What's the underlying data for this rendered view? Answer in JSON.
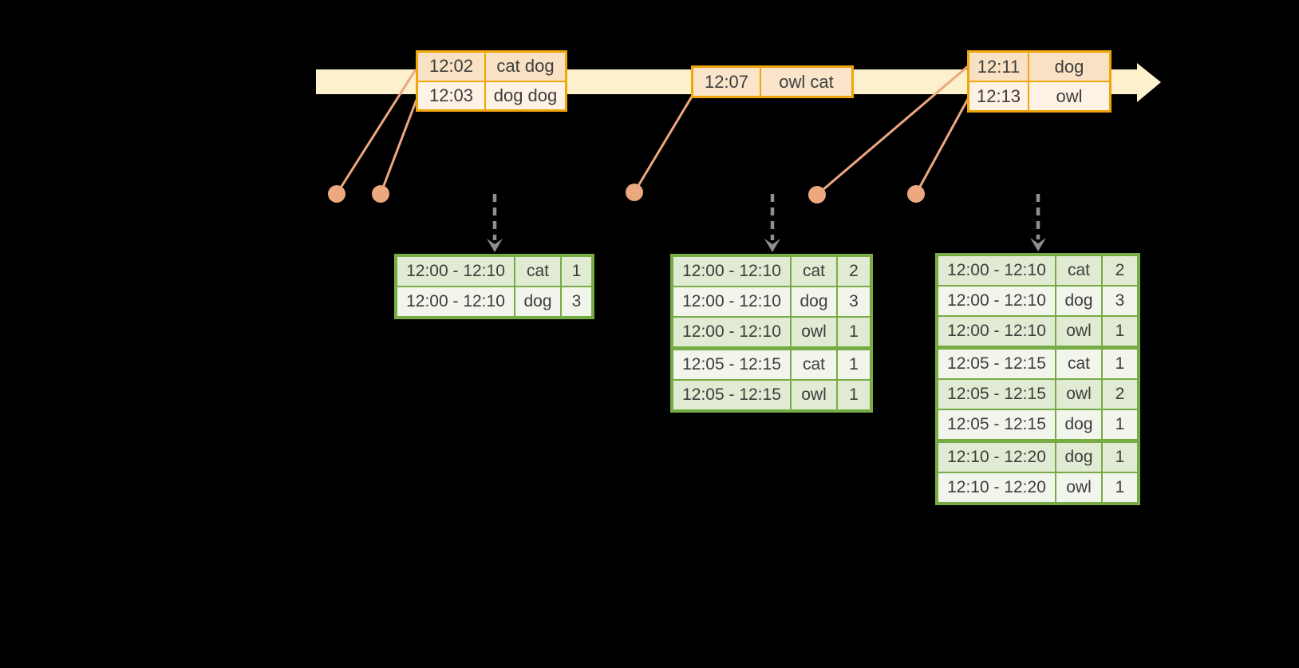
{
  "timeline": {
    "events": [
      {
        "rows": [
          {
            "time": "12:02",
            "words": "cat dog"
          },
          {
            "time": "12:03",
            "words": "dog dog"
          }
        ]
      },
      {
        "rows": [
          {
            "time": "12:07",
            "words": "owl cat"
          }
        ]
      },
      {
        "rows": [
          {
            "time": "12:11",
            "words": "dog"
          },
          {
            "time": "12:13",
            "words": "owl"
          }
        ]
      }
    ]
  },
  "result_tables": [
    {
      "rows": [
        {
          "window": "12:00 - 12:10",
          "word": "cat",
          "count": "1"
        },
        {
          "window": "12:00 - 12:10",
          "word": "dog",
          "count": "3"
        }
      ]
    },
    {
      "rows": [
        {
          "window": "12:00 - 12:10",
          "word": "cat",
          "count": "2"
        },
        {
          "window": "12:00 - 12:10",
          "word": "dog",
          "count": "3"
        },
        {
          "window": "12:00 - 12:10",
          "word": "owl",
          "count": "1"
        },
        {
          "window": "12:05 - 12:15",
          "word": "cat",
          "count": "1"
        },
        {
          "window": "12:05 - 12:15",
          "word": "owl",
          "count": "1"
        }
      ]
    },
    {
      "rows": [
        {
          "window": "12:00 - 12:10",
          "word": "cat",
          "count": "2"
        },
        {
          "window": "12:00 - 12:10",
          "word": "dog",
          "count": "3"
        },
        {
          "window": "12:00 - 12:10",
          "word": "owl",
          "count": "1"
        },
        {
          "window": "12:05 - 12:15",
          "word": "cat",
          "count": "1"
        },
        {
          "window": "12:05 - 12:15",
          "word": "owl",
          "count": "2"
        },
        {
          "window": "12:05 - 12:15",
          "word": "dog",
          "count": "1"
        },
        {
          "window": "12:10 - 12:20",
          "word": "dog",
          "count": "1"
        },
        {
          "window": "12:10 - 12:20",
          "word": "owl",
          "count": "1"
        }
      ]
    }
  ],
  "icons": {
    "timeline_arrow": "right-arrowhead",
    "trigger_arrow": "dashed-down-arrow",
    "event_marker": "circle-dot"
  },
  "colors": {
    "background": "#000000",
    "timeline_band": "#fdf1cd",
    "event_border": "#f0a50a",
    "event_fill_dark": "#f9e2c3",
    "event_fill_light": "#fdf2e4",
    "connector": "#eca87e",
    "trigger_arrow": "#8f8f8f",
    "table_border": "#77ac45",
    "table_row_dark": "#e1ead3",
    "table_row_light": "#f1f5ec",
    "text": "#3d3d3d"
  }
}
